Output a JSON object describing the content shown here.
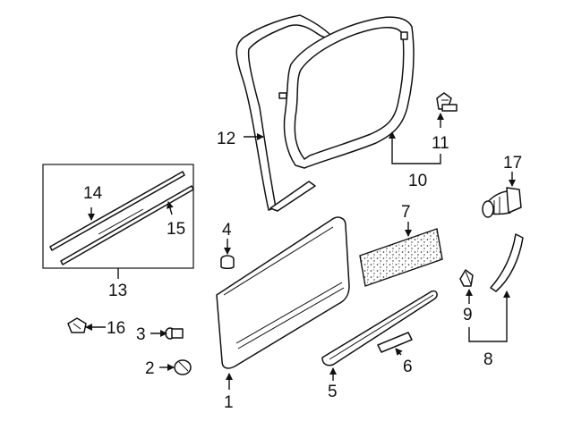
{
  "diagram": {
    "type": "parts-exploded-view",
    "callouts": {
      "c1": "1",
      "c2": "2",
      "c3": "3",
      "c4": "4",
      "c5": "5",
      "c6": "6",
      "c7": "7",
      "c8": "8",
      "c9": "9",
      "c10": "10",
      "c11": "11",
      "c12": "12",
      "c13": "13",
      "c14": "14",
      "c15": "15",
      "c16": "16",
      "c17": "17"
    },
    "colors": {
      "line": "#111111",
      "background": "#ffffff"
    }
  }
}
